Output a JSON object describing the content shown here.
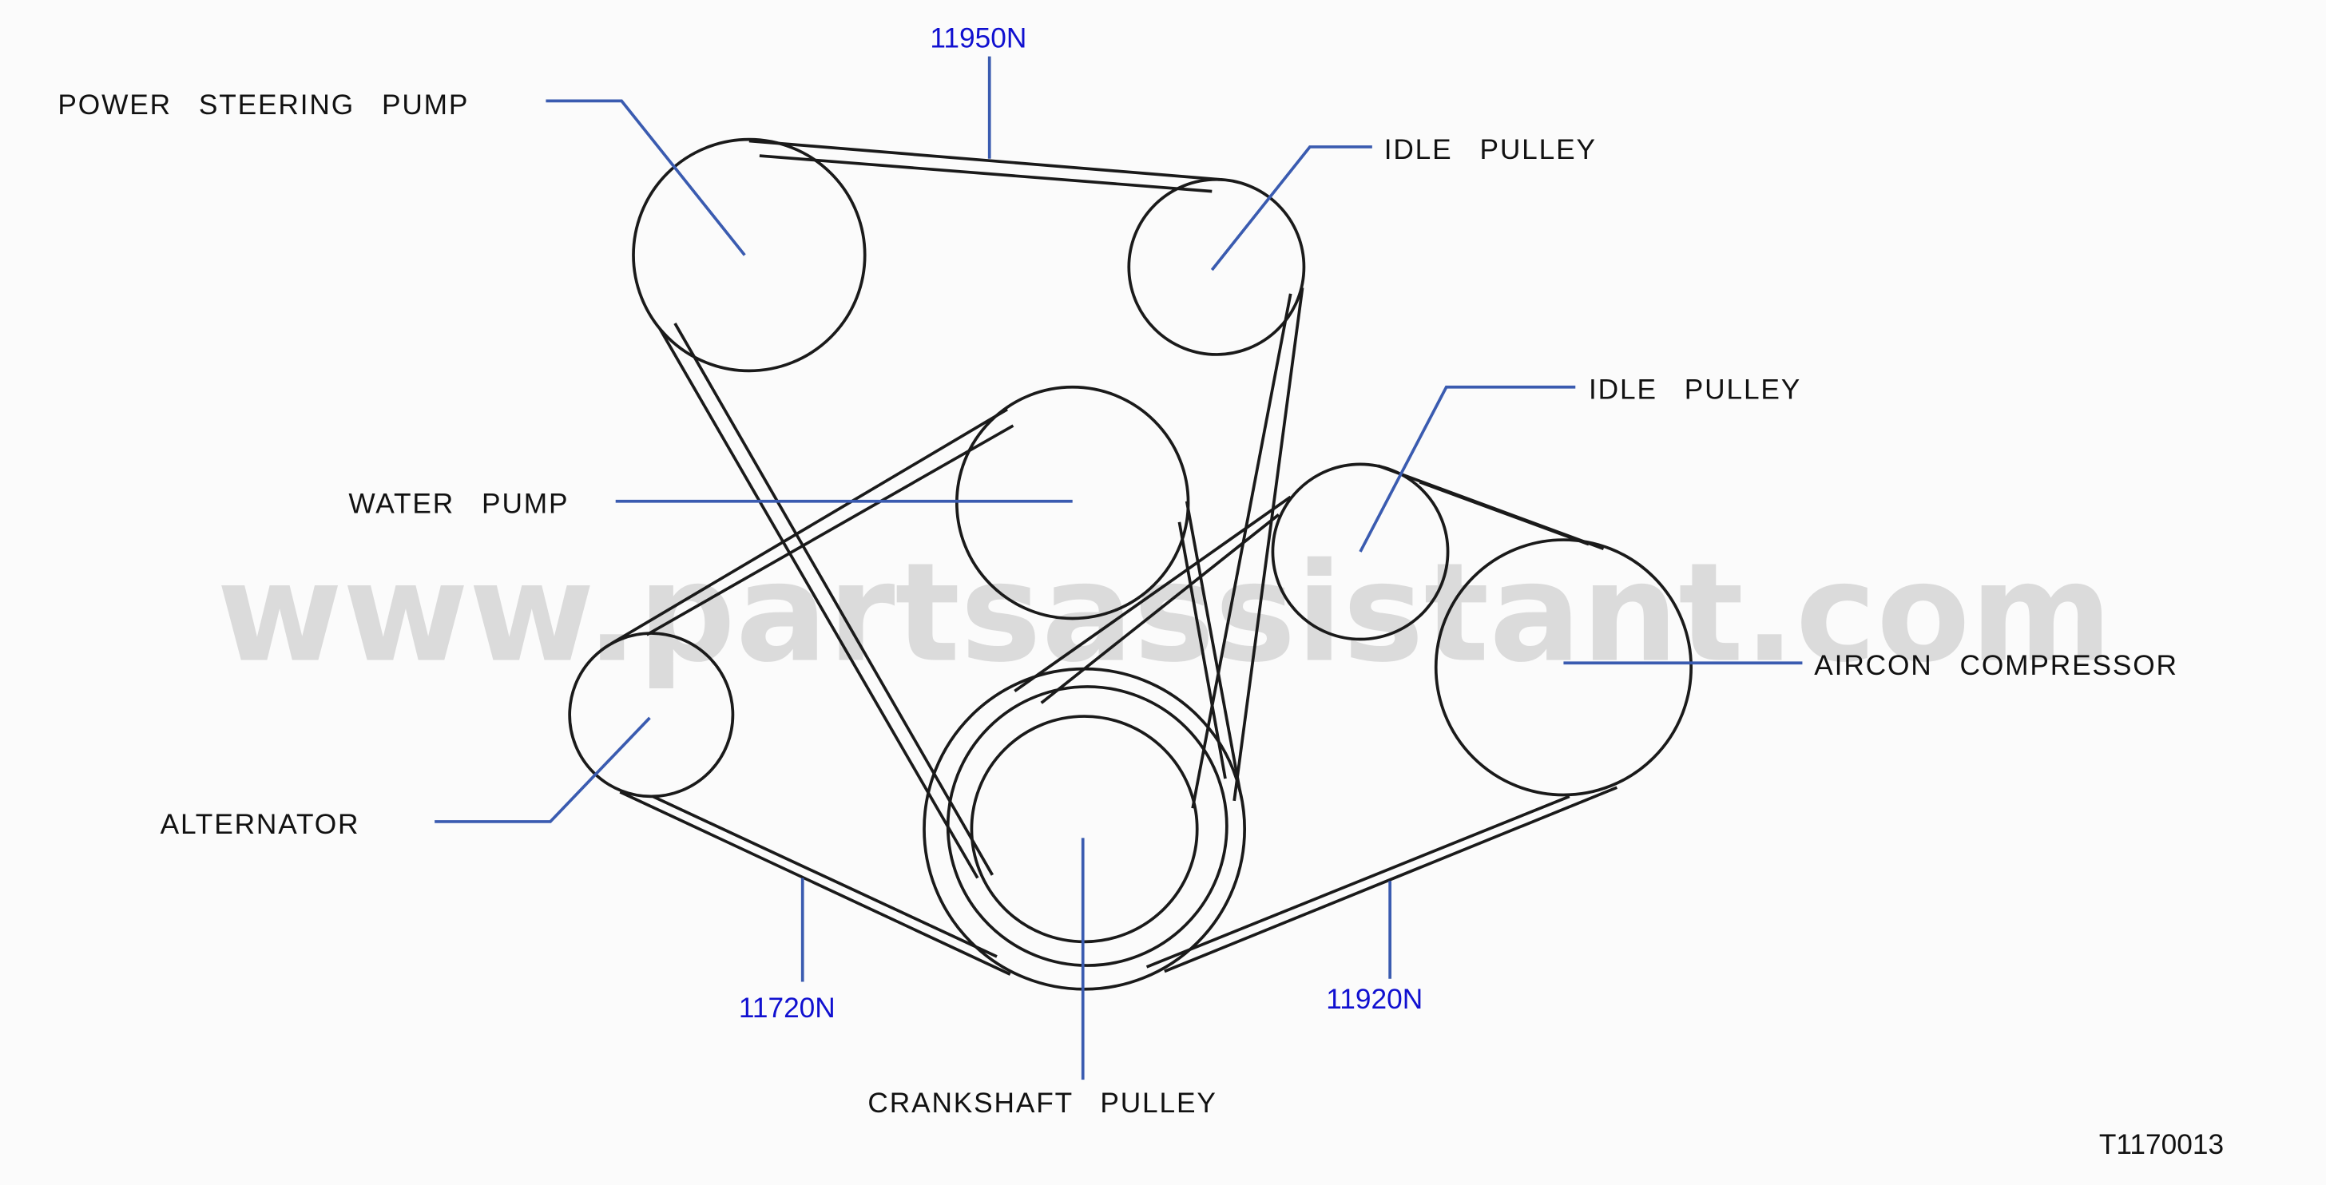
{
  "watermark": "www.partsassistant.com",
  "labels": {
    "power_steering_pump": "POWER STEERING PUMP",
    "idle_pulley_top": "IDLE PULLEY",
    "idle_pulley_right": "IDLE PULLEY",
    "water_pump": "WATER PUMP",
    "aircon_compressor": "AIRCON COMPRESSOR",
    "alternator": "ALTERNATOR",
    "crankshaft_pulley": "CRANKSHAFT PULLEY"
  },
  "part_numbers": {
    "belt_top": "11950N",
    "belt_left": "11720N",
    "belt_right": "11920N"
  },
  "figure_code": "T1170013"
}
